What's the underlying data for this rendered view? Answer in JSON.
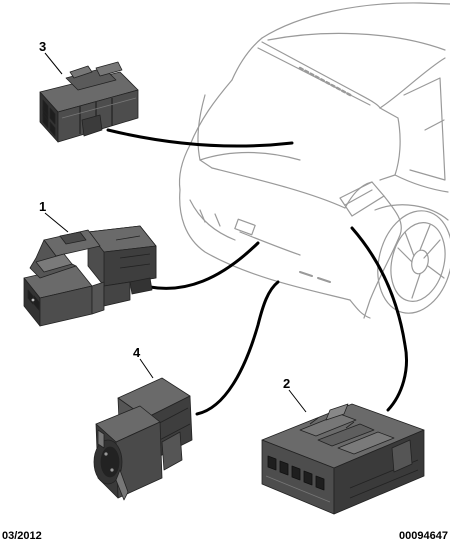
{
  "callouts": {
    "c1": "1",
    "c2": "2",
    "c3": "3",
    "c4": "4"
  },
  "footer": {
    "date": "03/2012",
    "reference": "00094647"
  },
  "colors": {
    "part_fill": "#4d4d4d",
    "part_dark": "#333333",
    "part_light": "#6a6a6a",
    "car_outline": "#9a9a9a",
    "wire": "#000000"
  }
}
